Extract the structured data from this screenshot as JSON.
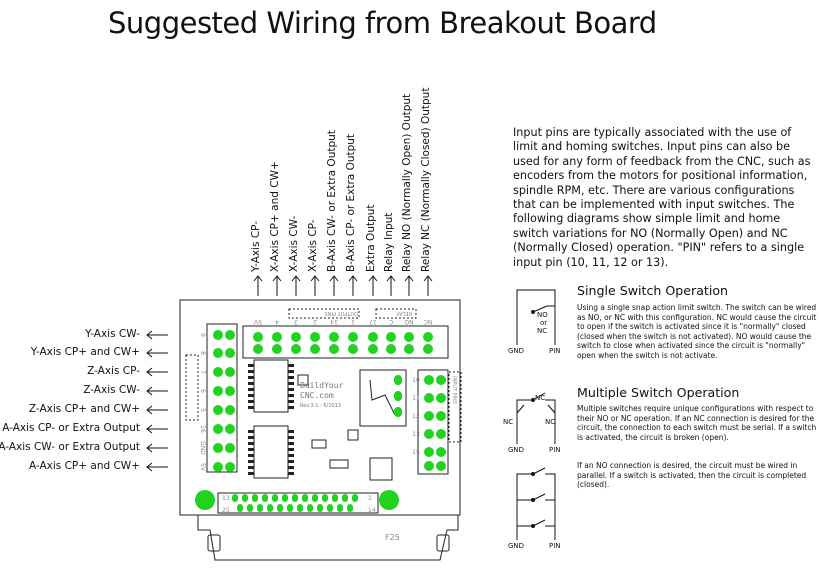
{
  "title": "Suggested Wiring from Breakout Board",
  "top_labels": [
    "Y-Axis CP-",
    "X-Axis CP+ and CW+",
    "X-Axis CW-",
    "X-Axis CP-",
    "B-Axis CW- or Extra Output",
    "B-Axis CP- or Extra Output",
    "Extra Output",
    "Relay Input",
    "Relay NO (Normally Open) Output",
    "Relay NC (Normally Closed) Output"
  ],
  "left_labels": [
    "Y-Axis CW-",
    "Y-Axis CP+ and CW+",
    "Z-Axis CP-",
    "Z-Axis CW-",
    "Z-Axis CP+ and CW+",
    "A-Axis CP- or Extra Output",
    "A-Axis CW- or Extra Output",
    "A-Axis CP+ and CW+"
  ],
  "intro_paragraph": "Input pins are typically associated with the use of limit and homing switches. Input pins can also be used for any form of feedback from the CNC, such as encoders from the motors for positional information, spindle RPM, etc. There are various configurations that can be implemented with input switches.  The following diagrams show simple limit and home switch variations for NO (Normally Open) and NC (Normally Closed) operation. \"PIN\" refers to a single input pin (10, 11, 12 or 13).",
  "single_switch": {
    "title": "Single Switch Operation",
    "body": "Using a single snap action limit switch.  The switch can be wired as NO, or NC with this configuration. NC would cause the circuit to open if the switch is activated since it is \"normally\" closed (closed when the switch is not activated).  NO would cause the switch to close when activated since the circuit is \"normally\" open when the switch is not activate.",
    "labels": {
      "no": "NO",
      "or": "or",
      "nc": "NC",
      "gnd": "GND",
      "pin": "PIN"
    }
  },
  "multiple_switch": {
    "title": "Multiple Switch Operation",
    "body1": "Multiple switches require unique configurations with respect to their NO or NC operation.  If an NC connection is desired for the circuit, the connection to each switch must be serial. If a switch is activated, the circuit is broken (open).",
    "body2": "If an NO connection is desired, the circuit must be wired in parallel. If a switch is activated, then the circuit is completed (closed).",
    "labels": {
      "nc_top": "NC",
      "nc_left": "NC",
      "nc_right": "NC",
      "gnd1": "GND",
      "pin1": "PIN",
      "gnd2": "GND",
      "pin2": "PIN"
    }
  },
  "board": {
    "logo_line1": "BuildYour",
    "logo_line2": "CNC.com",
    "logo_line3": "Rev.3.1 - 6/2013",
    "output_pins_label": "OUTPUT PINS",
    "relay_label": "RELAY",
    "input_pins_label": "INPUT PINS",
    "connector_label": "F25",
    "top_pin_numbers": [
      "5V",
      "4",
      "3",
      "2",
      "14",
      "1",
      "17",
      "C",
      "NO",
      "NC"
    ],
    "left_pin_numbers": [
      "9",
      "8",
      "7",
      "6",
      "5",
      "16",
      "GND",
      "5V"
    ],
    "right_pin_numbers": [
      "10",
      "11",
      "12",
      "13",
      "15"
    ],
    "header_left": "13",
    "header_right": "1",
    "header_left2": "25",
    "header_right2": "14"
  },
  "colors": {
    "pad_green": "#1fd31f",
    "line": "#111111",
    "board_line": "#222222"
  }
}
